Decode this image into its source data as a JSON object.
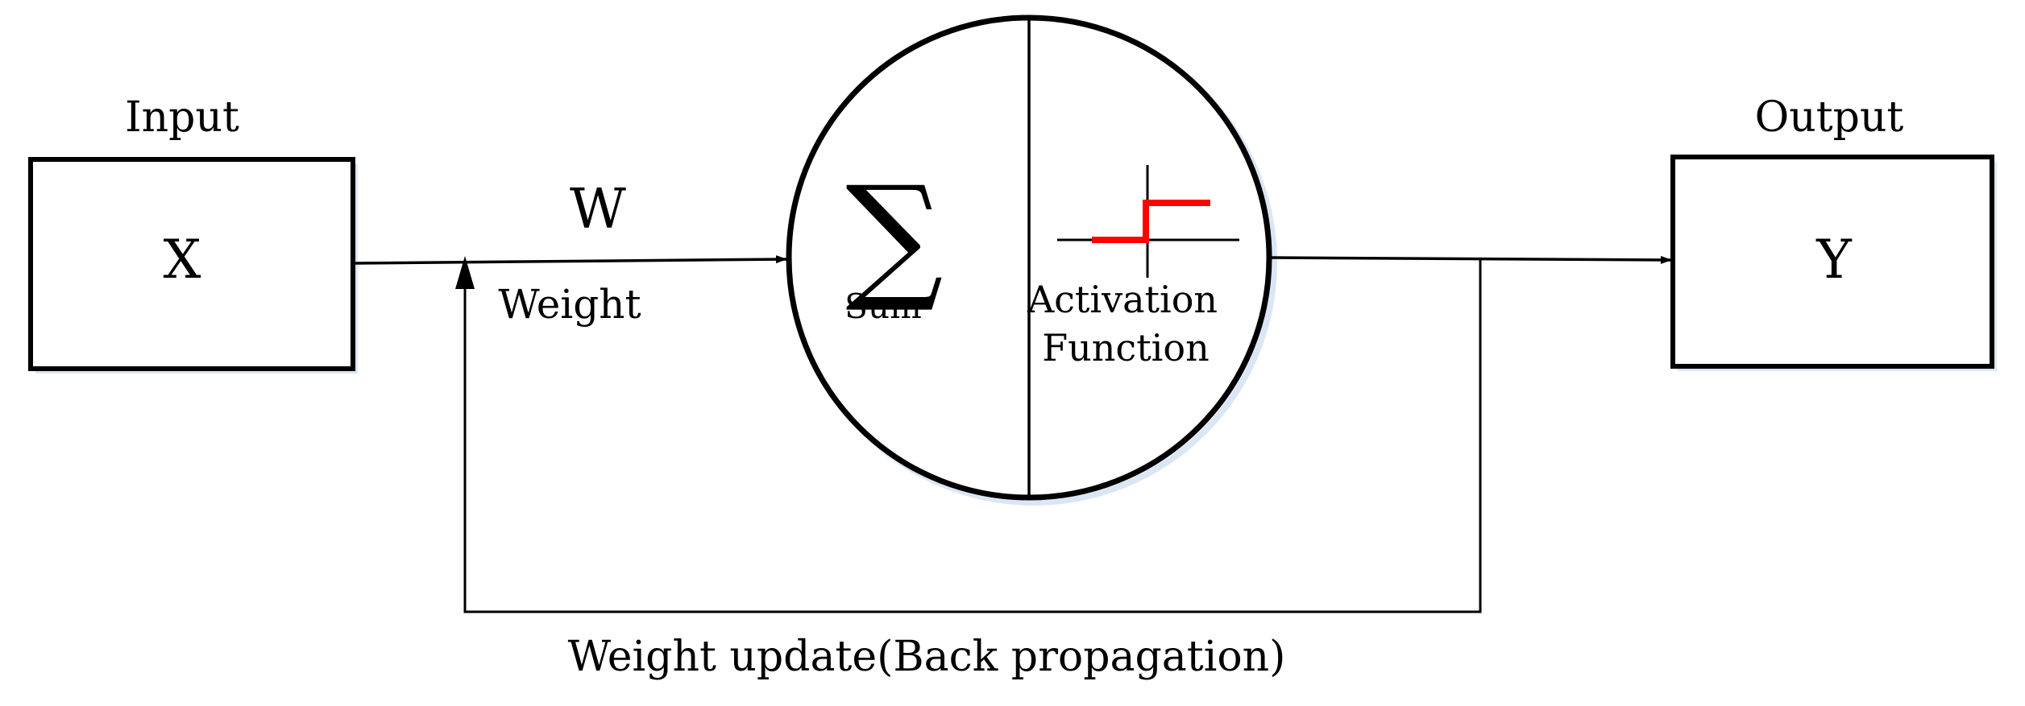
{
  "input_box": {
    "title": "Input",
    "symbol": "X"
  },
  "output_box": {
    "title": "Output",
    "symbol": "Y"
  },
  "weight": {
    "symbol": "W",
    "label": "Weight"
  },
  "neuron": {
    "sum_symbol": "∑",
    "sum_label": "Sum",
    "activation_label_line1": "Activation",
    "activation_label_line2": "Function",
    "activation_plot_color": "#ff0000"
  },
  "feedback": {
    "label": "Weight update(Back propagation)"
  },
  "colors": {
    "stroke": "#000000",
    "box_shadow": "#dbe6f5",
    "background": "#ffffff"
  }
}
